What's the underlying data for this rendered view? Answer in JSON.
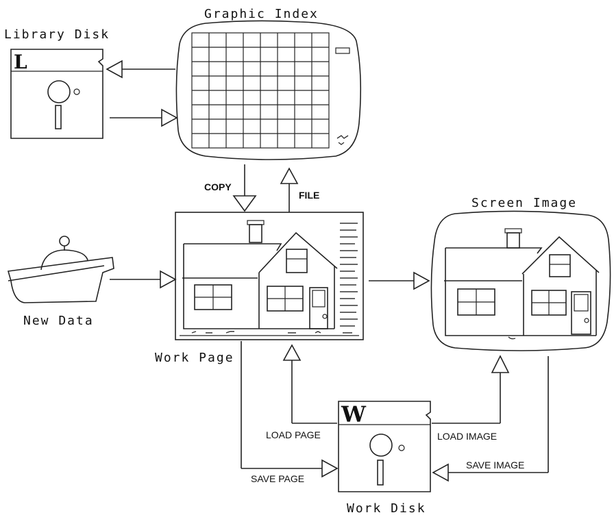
{
  "labels": {
    "library_disk": "Library Disk",
    "graphic_index": "Graphic Index",
    "screen_image": "Screen Image",
    "new_data": "New Data",
    "work_page": "Work Page",
    "work_disk": "Work Disk"
  },
  "operations": {
    "copy": "COPY",
    "file": "FILE",
    "load_page": "LOAD PAGE",
    "load_image": "LOAD IMAGE",
    "save_page": "SAVE PAGE",
    "save_image": "SAVE IMAGE"
  },
  "disk_letters": {
    "library": "L",
    "work": "W"
  },
  "icons": {
    "library_disk": "floppy-disk-icon",
    "work_disk": "floppy-disk-icon",
    "graphic_index": "monitor-grid-icon",
    "screen_image": "monitor-house-icon",
    "work_page": "page-house-icon",
    "new_data": "input-tray-icon"
  }
}
